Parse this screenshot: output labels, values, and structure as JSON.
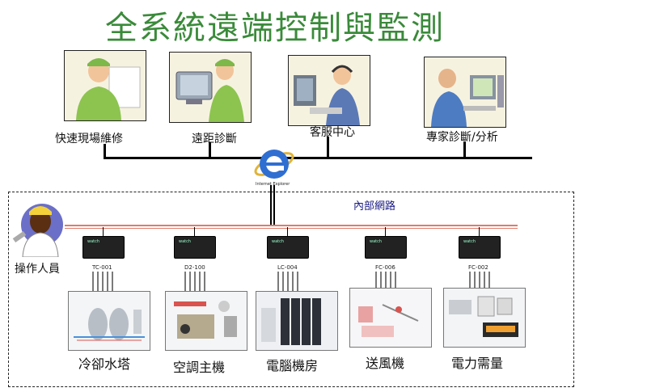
{
  "title": "全系統遠端控制與監測",
  "roles": [
    {
      "label": "快速現場維修",
      "icon": "field-technician-icon"
    },
    {
      "label": "遠距診斷",
      "icon": "remote-diagnosis-technician-icon"
    },
    {
      "label": "客服中心",
      "icon": "call-center-agent-icon"
    },
    {
      "label": "專家診斷/分析",
      "icon": "expert-analyst-icon"
    }
  ],
  "browser": {
    "caption": "Internet Explorer",
    "icon": "internet-explorer-icon"
  },
  "network": {
    "label": "內部網路"
  },
  "operator": {
    "label": "操作人員",
    "icon": "operator-icon"
  },
  "controllers": [
    {
      "id": "TC-001",
      "brand": "watch"
    },
    {
      "id": "D2-100",
      "brand": "watch"
    },
    {
      "id": "LC-004",
      "brand": "watch"
    },
    {
      "id": "FC-006",
      "brand": "watch"
    },
    {
      "id": "FC-002",
      "brand": "watch"
    }
  ],
  "equipment": [
    {
      "label": "冷卻水塔",
      "icon": "cooling-tower-icon"
    },
    {
      "label": "空調主機",
      "icon": "chiller-icon"
    },
    {
      "label": "電腦機房",
      "icon": "server-room-icon"
    },
    {
      "label": "送風機",
      "icon": "air-blower-icon"
    },
    {
      "label": "電力需量",
      "icon": "power-meter-icon"
    }
  ],
  "colors": {
    "title": "#3a8a3a",
    "network_line": "#e07b6b",
    "network_label": "#1a1a80"
  }
}
